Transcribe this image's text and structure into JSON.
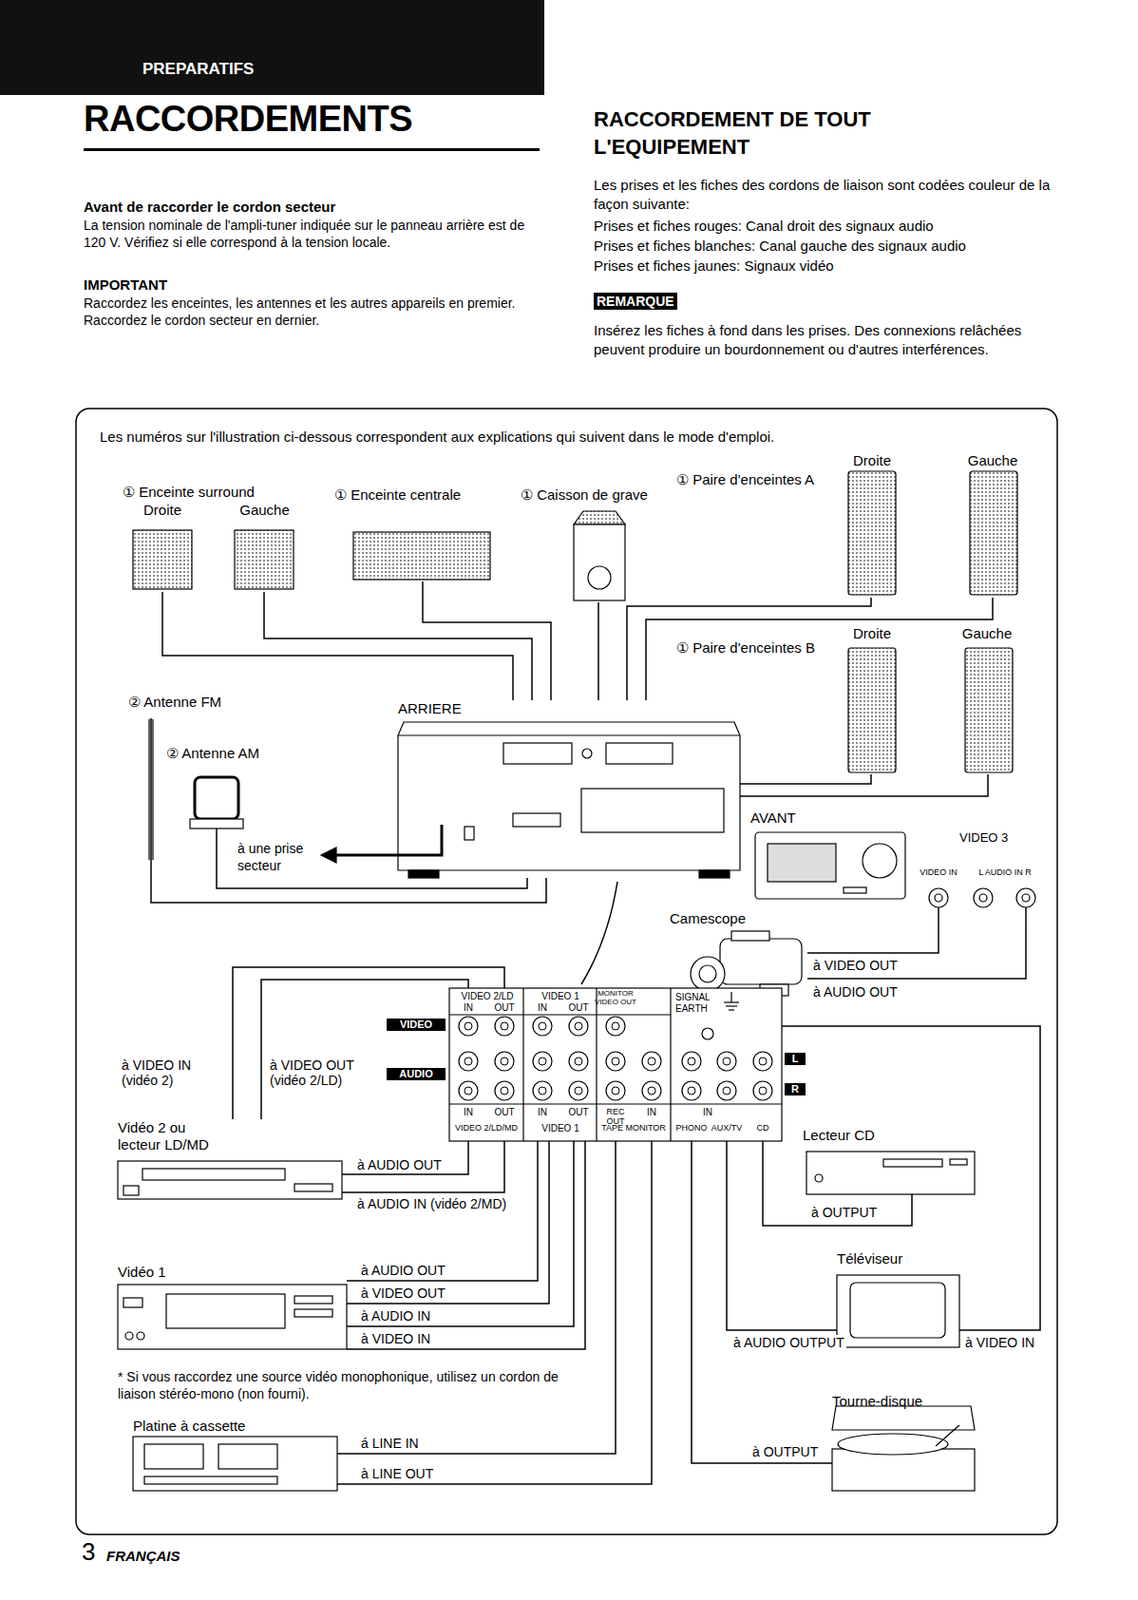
{
  "diagram": {
    "title": "RACCORDEMENTS",
    "nodes": [
      {
        "text": [
          "ARRIERE"
        ]
      },
      {
        "text": [
          "Droite"
        ]
      },
      {
        "text": [
          "Gauche"
        ]
      },
      {
        "text": [
          "① Enceinte centrale"
        ]
      },
      {
        "text": [
          "① Caisson de grave"
        ]
      },
      {
        "text": [
          "Droite"
        ]
      },
      {
        "text": [
          "Gauche"
        ]
      },
      {
        "text": [
          "Droite"
        ]
      },
      {
        "text": [
          "Gauche"
        ]
      },
      {
        "text": [
          "② Antenne FM"
        ]
      },
      {
        "text": [
          "② Antenne AM"
        ]
      },
      {
        "text": [
          "AVANT"
        ]
      },
      {
        "text": [
          "Camescope"
        ]
      },
      {
        "text": [
          "SIGNAL EARTH"
        ]
      },
      {
        "text": [
          "Vidéo 2 ou lecteur LD/MD"
        ]
      },
      {
        "text": [
          "Vidéo 1"
        ]
      },
      {
        "text": [
          "Platine à cassette"
        ]
      },
      {
        "text": [
          "Lecteur CD"
        ]
      },
      {
        "text": [
          "Téléviseur"
        ]
      },
      {
        "text": [
          "Tourne-disque"
        ]
      }
    ],
    "edges": [
      {
        "from": 1,
        "to": 0,
        "arrow": "none"
      },
      {
        "from": 2,
        "to": 0,
        "arrow": "none"
      },
      {
        "from": 3,
        "to": 0,
        "arrow": "none"
      },
      {
        "from": 4,
        "to": 0,
        "arrow": "none"
      },
      {
        "from": 5,
        "to": 0,
        "arrow": "none"
      },
      {
        "from": 6,
        "to": 0,
        "arrow": "none"
      },
      {
        "from": 7,
        "to": 0,
        "arrow": "none"
      },
      {
        "from": 8,
        "to": 0,
        "arrow": "none"
      },
      {
        "from": 9,
        "to": 0,
        "arrow": "none"
      },
      {
        "from": 10,
        "to": 0,
        "arrow": "none"
      },
      {
        "from": 12,
        "to": 11,
        "label": "à VIDEO OUT",
        "arrow": "none"
      },
      {
        "from": 12,
        "to": 11,
        "label": "à AUDIO OUT",
        "arrow": "none"
      },
      {
        "from": 14,
        "to": 13,
        "label": "à VIDEO IN (vidéo 2)",
        "arrow": "none"
      },
      {
        "from": 14,
        "to": 13,
        "label": "à VIDEO OUT (vidéo 2/LD)",
        "arrow": "none"
      },
      {
        "from": 14,
        "to": 13,
        "label": "à AUDIO OUT",
        "arrow": "none"
      },
      {
        "from": 14,
        "to": 13,
        "label": "à AUDIO IN (vidéo 2/MD)",
        "arrow": "none"
      },
      {
        "from": 15,
        "to": 13,
        "label": "à AUDIO OUT",
        "arrow": "none"
      },
      {
        "from": 15,
        "to": 13,
        "label": "à VIDEO OUT",
        "arrow": "none"
      },
      {
        "from": 15,
        "to": 13,
        "label": "à AUDIO IN",
        "arrow": "none"
      },
      {
        "from": 15,
        "to": 13,
        "label": "à VIDEO IN",
        "arrow": "none"
      },
      {
        "from": 16,
        "to": 13,
        "label": "á LINE IN",
        "arrow": "none"
      },
      {
        "from": 16,
        "to": 13,
        "label": "à LINE OUT",
        "arrow": "none"
      },
      {
        "from": 17,
        "to": 13,
        "label": "à OUTPUT",
        "arrow": "none"
      },
      {
        "from": 18,
        "to": 13,
        "label": "à AUDIO OUTPUT",
        "arrow": "none"
      },
      {
        "from": 18,
        "to": 13,
        "label": "à VIDEO IN",
        "arrow": "none"
      },
      {
        "from": 19,
        "to": 13,
        "label": "à OUTPUT",
        "arrow": "none"
      }
    ],
    "labels": [
      "PREPARATIFS",
      "Avant de raccorder le cordon secteur",
      "La tension nominale de l'ampli-tuner indiquée sur le panneau arrière est de 120 V. Vérifiez si elle correspond à la tension locale.",
      "IMPORTANT",
      "Raccordez les enceintes, les antennes et les autres appareils en premier. Raccordez le cordon secteur en dernier.",
      "RACCORDEMENT DE TOUT L'EQUIPEMENT",
      "Les prises et les fiches des cordons de liaison sont codées couleur de la façon suivante:",
      "Prises et fiches rouges: Canal droit des signaux audio",
      "Prises et fiches blanches: Canal gauche des signaux audio",
      "Prises et fiches jaunes: Signaux vidéo",
      "REMARQUE",
      "Insérez les fiches à fond dans les prises. Des connexions relâchées peuvent produire un bourdonnement ou d'autres interférences.",
      "Les numéros sur l'illustration ci-dessous correspondent aux explications qui suivent dans le mode d'emploi.",
      "① Enceinte surround",
      "① Paire d'enceintes A",
      "① Paire d'enceintes B",
      "à une prise secteur",
      "VIDEO 3",
      "VIDEO IN",
      "L AUDIO IN R",
      "VIDEO 2/LD",
      "IN",
      "OUT",
      "VIDEO 1",
      "IN",
      "OUT",
      "MONITOR VIDEO OUT",
      "VIDEO",
      "AUDIO",
      "L",
      "R",
      "IN",
      "OUT",
      "VIDEO 2/LD/MD",
      "IN",
      "OUT",
      "VIDEO 1",
      "REC OUT",
      "IN",
      "TAPE MONITOR",
      "IN",
      "PHONO",
      "AUX/TV",
      "CD",
      "* Si vous raccordez une source vidéo monophonique, utilisez un cordon de liaison stéréo-mono (non fourni).",
      "3",
      "FRANÇAIS"
    ]
  }
}
